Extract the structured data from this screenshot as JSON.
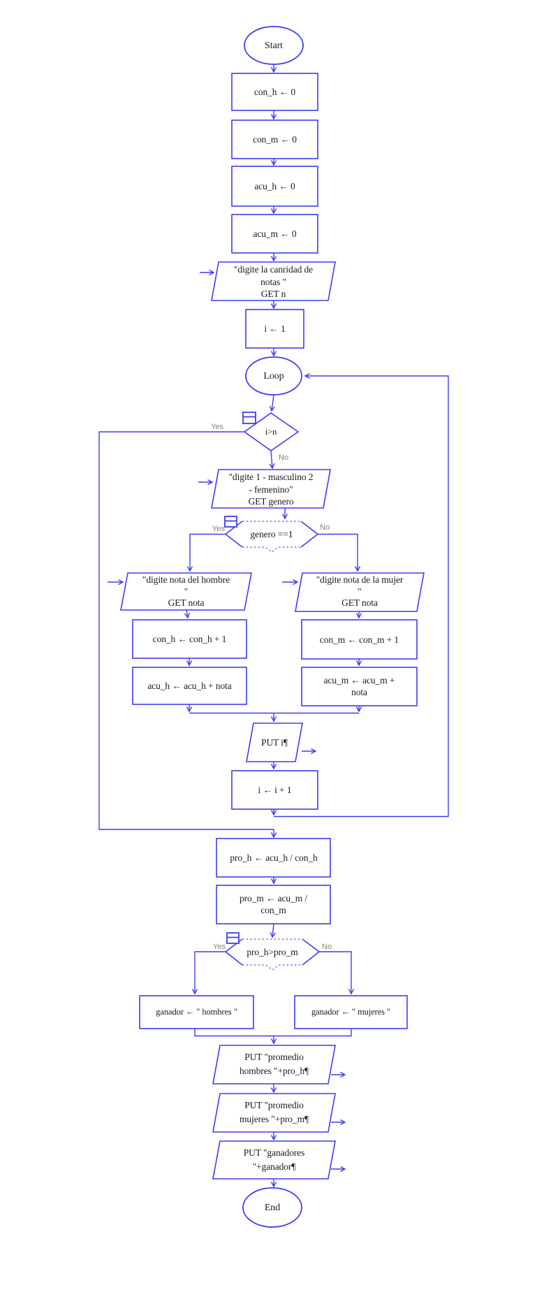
{
  "flowchart": {
    "labels": {
      "yes": "Yes",
      "no": "No"
    },
    "colors": {
      "line": "#3e3cf2",
      "text": "#1b1b1b",
      "branch_label": "#8a7f73",
      "background": "#ffffff"
    },
    "nodes": {
      "start": "Start",
      "init_con_h": "con_h ← 0",
      "init_con_m": "con_m ← 0",
      "init_acu_h": "acu_h ← 0",
      "init_acu_m": "acu_m ← 0",
      "input_n": "\"digite la canridad de\nnotas \"\nGET n",
      "init_i": "i ← 1",
      "loop": "Loop",
      "loop_condition": "i>n",
      "input_genero": "\"digite 1 - masculino 2\n- femenino\"\nGET genero",
      "genero_condition": "genero ==1",
      "input_nota_hombre": "\"digite nota del hombre\n\"\nGET nota",
      "inc_con_h": "con_h ← con_h + 1",
      "acc_acu_h": "acu_h ← acu_h + nota",
      "input_nota_mujer": "\"digite nota de la mujer\n\"\nGET nota",
      "inc_con_m": "con_m ← con_m + 1",
      "acc_acu_m": "acu_m ← acu_m +\nnota",
      "output_i": "PUT i¶",
      "inc_i": "i ← i + 1",
      "avg_h": "pro_h ← acu_h / con_h",
      "avg_m": "pro_m ← acu_m /\ncon_m",
      "pro_condition": "pro_h>pro_m",
      "winner_h": "ganador ← \" hombres \"",
      "winner_m": "ganador ← \" mujeres \"",
      "output_avg_h": "PUT \"promedio\nhombres \"+pro_h¶",
      "output_avg_m": "PUT \"promedio\nmujeres \"+pro_m¶",
      "output_winner": "PUT \"ganadores\n\"+ganador¶",
      "end": "End"
    }
  }
}
